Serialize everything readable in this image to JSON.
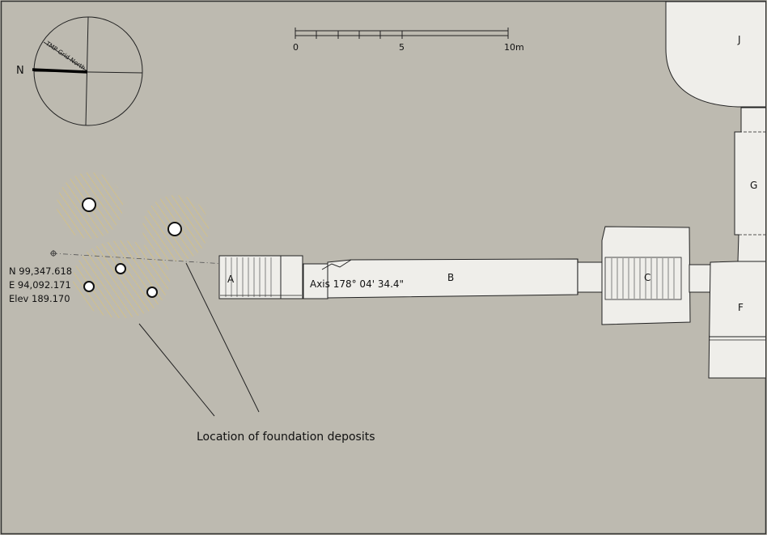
{
  "north_arrow": {
    "letter": "N",
    "grid_label": "TMP Grid North"
  },
  "scale_bar": {
    "ticks": [
      "0",
      "5",
      "10m"
    ]
  },
  "coordinates": {
    "north": "N  99,347.618",
    "east": "E  94,092.171",
    "elev": "Elev  189.170"
  },
  "axis_label": "Axis 178° 04' 34.4\"",
  "rooms": {
    "a": "A",
    "b": "B",
    "c": "C",
    "f": "F",
    "g": "G",
    "j": "J"
  },
  "deposits_label": "Location of foundation deposits",
  "colors": {
    "background": "#bdbab0",
    "wall_fill": "#efeeea",
    "deposit_hatch": "#d9c27a",
    "line": "#222222"
  }
}
